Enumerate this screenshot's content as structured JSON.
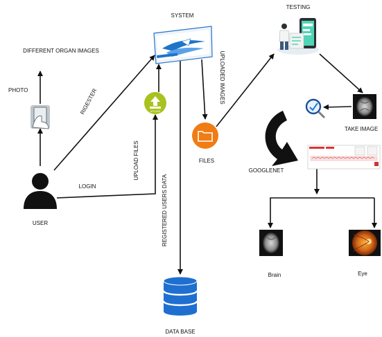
{
  "labels": {
    "system": "SYSTEM",
    "testing": "TESTING",
    "different_organ_images": "DIFFERENT ORGAN IMAGES",
    "photo": "PHOTO",
    "rigester": "RIGESTER",
    "uploaded_images": "UPLOADED IMAGES",
    "upload_files": "UPLOAD FILES",
    "files": "FILES",
    "take_image": "TAKE IMAGE",
    "googlenet": "GOOGLENET",
    "login": "LOGIN",
    "user": "USER",
    "registered_users_data": "REGISTERED USERS DATA",
    "brain": "Brain",
    "eye": "Eye",
    "data_base": "DATA BASE",
    "upload_button_text": "UPLOAD"
  },
  "colors": {
    "line": "#111111",
    "upload_icon": "#a9c21e",
    "folder_icon": "#f07c14",
    "database_icon": "#1f6fd1",
    "system_blue": "#1f74c8",
    "user_icon": "#111111"
  },
  "icons": {
    "system": "system-computer-icon",
    "testing": "testing-device-icon",
    "phone": "phone-photo-icon",
    "upload": "upload-icon",
    "folder": "folder-icon",
    "magnifier": "magnifier-icon",
    "user": "user-icon",
    "database": "database-icon",
    "scan": "brain-scan-icon",
    "eye": "eye-fundus-icon",
    "result": "result-screen-icon"
  }
}
